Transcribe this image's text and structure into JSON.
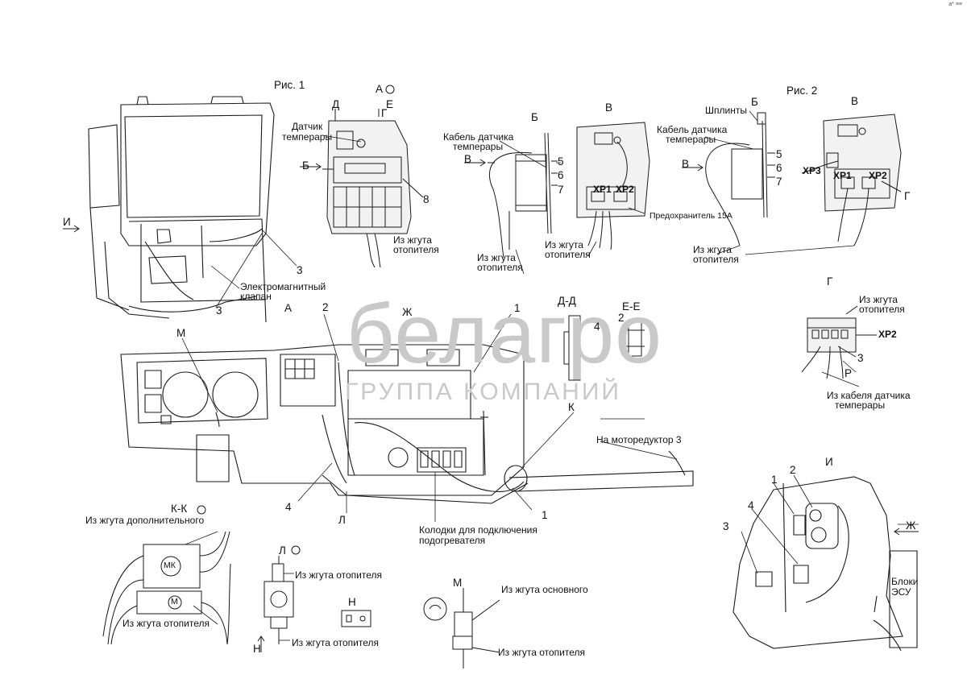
{
  "watermark": {
    "logo": "белагро",
    "subtitle": "ГРУППА КОМПАНИЙ"
  },
  "corner_mark": "а* ≡≡",
  "figures": {
    "fig1": "Рис. 1",
    "fig2": "Рис. 2"
  },
  "views": {
    "A": "А",
    "B": "Б",
    "V": "В",
    "G": "Г",
    "D": "Д",
    "E": "Е",
    "I": "И",
    "Zh": "Ж",
    "M": "М",
    "K": "К",
    "L": "Л",
    "N": "Н",
    "R": "Р",
    "DD": "Д-Д",
    "EE": "Е-Е",
    "KK": "К-К"
  },
  "numbers": {
    "n1": "1",
    "n2": "2",
    "n3": "3",
    "n4": "4",
    "n5": "5",
    "n6": "6",
    "n7": "7",
    "n8": "8"
  },
  "connectors": {
    "xp1": "ХР1",
    "xp2": "ХР2",
    "xp3": "ХР3"
  },
  "labels": {
    "temp_sensor_line1": "Датчик",
    "temp_sensor_line2": "темперары",
    "temp_cable_line1": "Кабель датчика",
    "temp_cable_line2": "темперары",
    "from_heater_line1": "Из жгута",
    "from_heater_line2": "отопителя",
    "cotter_pins": "Шплинты",
    "fuse": "Предохранитель 15А",
    "solenoid_line1": "Электромагнитный",
    "solenoid_line2": "клапан",
    "to_motor_reducer": "На моторедуктор 3",
    "heater_pads_line1": "Колодки для подключения",
    "heater_pads_line2": "подогревателя",
    "from_temp_cable_line1": "Из кабеля датчика",
    "from_temp_cable_line2": "темперары",
    "from_additional": "Из жгута дополнительного",
    "from_heater_harness": "Из жгута отопителя",
    "from_main_harness": "Из жгута основного",
    "esu_blocks_line1": "Блоки",
    "esu_blocks_line2": "ЭСУ",
    "mk": "МК",
    "m_small": "М"
  },
  "colors": {
    "line": "#1a1a1a",
    "panel_fill": "#f2f2f2",
    "watermark": "#c9c9c9"
  }
}
